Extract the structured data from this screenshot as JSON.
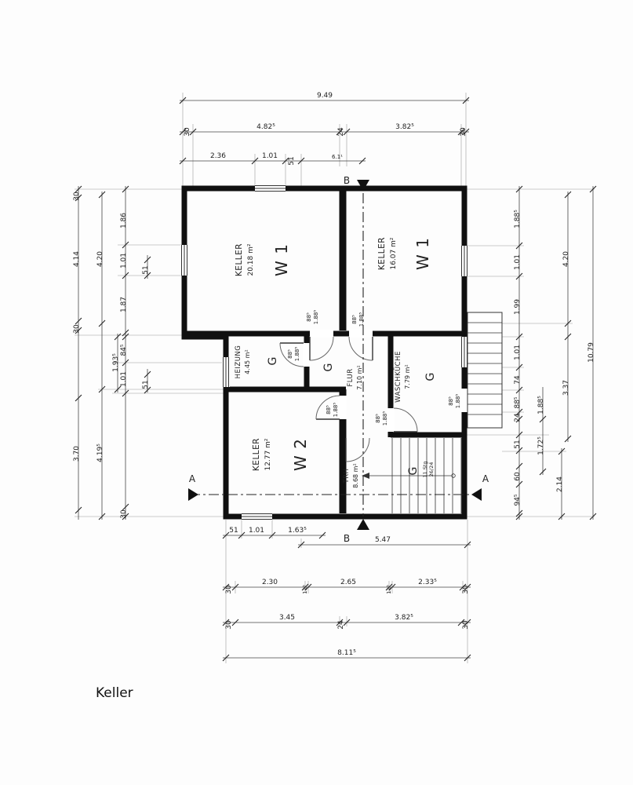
{
  "title": "Keller",
  "rooms": {
    "keller_w1_left": {
      "name": "KELLER",
      "area": "20.18 m²",
      "unit": "W 1"
    },
    "keller_w1_right": {
      "name": "KELLER",
      "area": "16.07 m²",
      "unit": "W 1"
    },
    "heizung": {
      "name": "HEIZUNG",
      "area": "4.45 m²",
      "unit": "G"
    },
    "flur": {
      "name": "FLUR",
      "area": "7.10 m²",
      "unit": "G"
    },
    "waschkueche": {
      "name": "WASCHKÜCHE",
      "area": "7.79 m²",
      "unit": "G"
    },
    "keller_w2": {
      "name": "KELLER",
      "area": "12.77 m²",
      "unit": "W 2"
    },
    "trh": {
      "name": "TRH",
      "area": "8.68 m²",
      "unit": "G"
    }
  },
  "stairs": {
    "note1": "11 Stg",
    "note2": "26/24"
  },
  "sections": {
    "a": "A",
    "b": "B"
  },
  "door": {
    "w": "88⁵",
    "h": "1.88⁵"
  },
  "dims": {
    "top1": [
      "9.49"
    ],
    "top2": [
      "30",
      "4.82⁵",
      "24",
      "3.82⁵",
      "30"
    ],
    "top3": [
      "2.36",
      "1.01",
      "51",
      "6.1¹"
    ],
    "left1": [
      "30",
      "4.14",
      "30",
      "3.70"
    ],
    "left2": [
      "4.20",
      "4.19⁵"
    ],
    "left3": [
      "1.86",
      "1.01",
      "1.87",
      "84⁵",
      "1.01",
      "30"
    ],
    "left4": [
      "51",
      "1.93⁵",
      "51"
    ],
    "right1": [
      "1.88⁵",
      "1.01",
      "1.99",
      "1.01",
      "74",
      "88⁵",
      "24",
      "51",
      "60",
      "94⁵"
    ],
    "right2": [
      "1.88⁵",
      "1.72⁵",
      "2.14"
    ],
    "right3": [
      "4.20",
      "3.37"
    ],
    "right4": [
      "10.79"
    ],
    "bottom1": [
      "51",
      "1.01",
      "1.63⁵",
      "5.47"
    ],
    "bottom2": [
      "30",
      "2.30",
      "11⁵",
      "2.65",
      "11⁵",
      "2.33⁵",
      "30"
    ],
    "bottom3": [
      "30",
      "3.45",
      "24",
      "3.82⁵",
      "30"
    ],
    "bottom4": [
      "8.11⁵"
    ]
  }
}
